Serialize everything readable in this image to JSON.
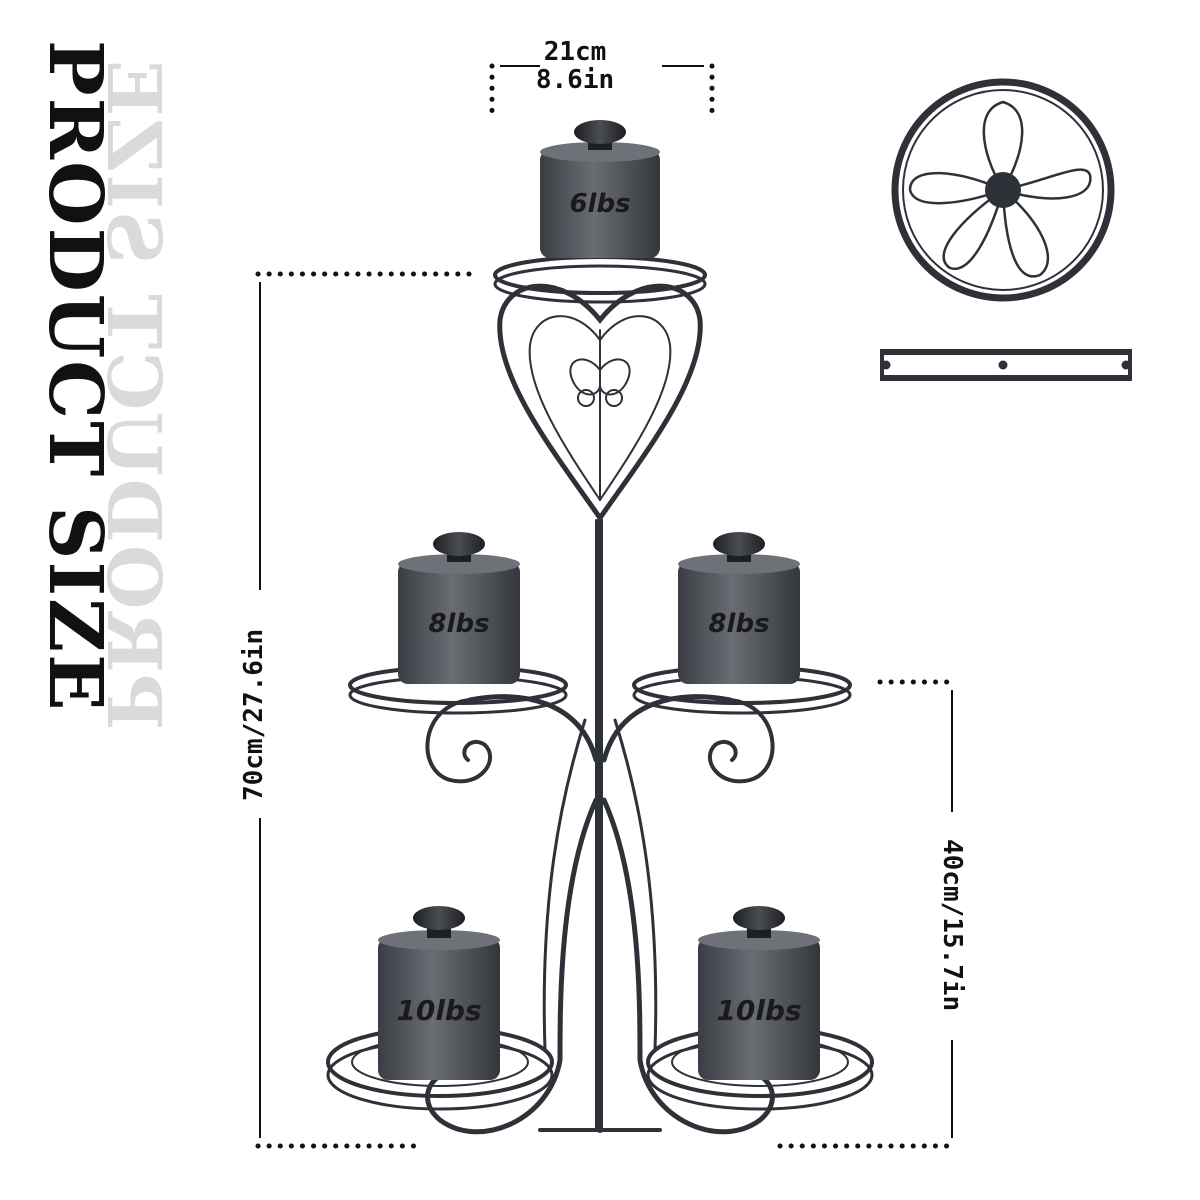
{
  "title": "PRODUCT SIZE",
  "dimensions": {
    "top_width_cm": "21cm",
    "top_width_in": "8.6in",
    "total_height": "70cm/27.6in",
    "lower_height": "40cm/15.7in"
  },
  "weights": {
    "top": "6lbs",
    "middle_left": "8lbs",
    "middle_right": "8lbs",
    "bottom_left": "10lbs",
    "bottom_right": "10lbs"
  },
  "colors": {
    "metal": "#2e3138",
    "weight_body": "#55585e",
    "weight_dark": "#23262b",
    "text": "#111111"
  },
  "icons": [
    "plant-stand-icon",
    "ring-detail-icon",
    "ring-side-icon"
  ]
}
